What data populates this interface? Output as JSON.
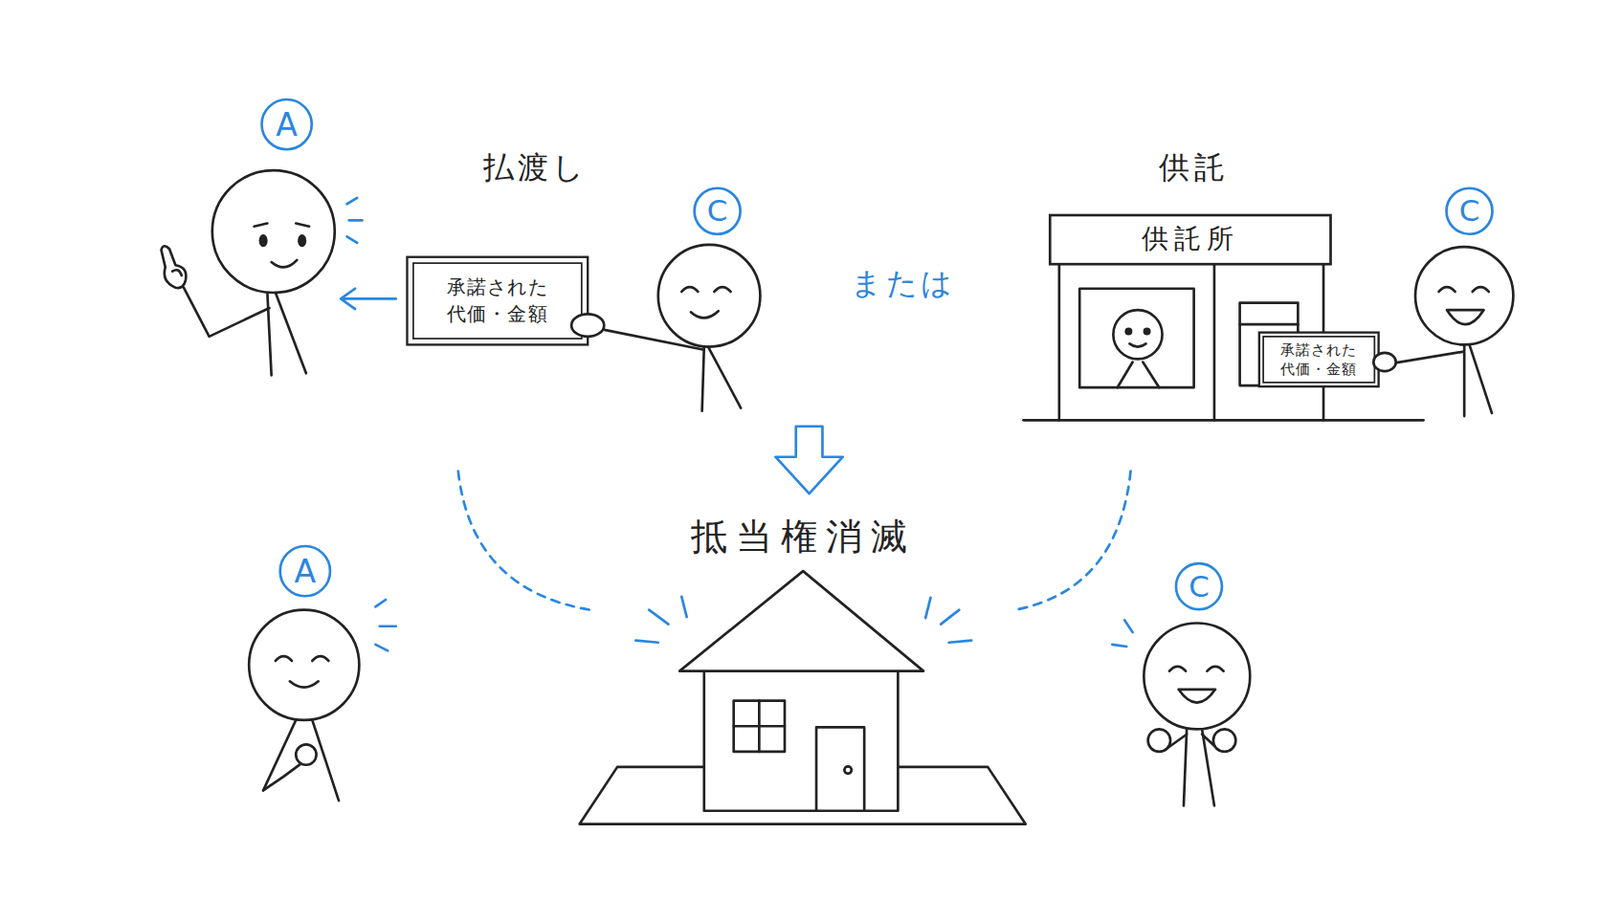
{
  "diagram": {
    "nodes": [
      {
        "text": [
          "A"
        ]
      },
      {
        "text": [
          "C"
        ]
      },
      {
        "text": [
          "承諾された 代価・金額"
        ]
      },
      {
        "text": [
          "供託所"
        ]
      },
      {
        "text": [
          "C"
        ]
      },
      {
        "text": [
          "承諾された 代価・金額"
        ]
      },
      {
        "text": [
          "A"
        ]
      },
      {
        "text": [
          "C"
        ]
      }
    ],
    "labels": [
      "払渡し",
      "または",
      "供託",
      "抵当権消滅"
    ]
  }
}
